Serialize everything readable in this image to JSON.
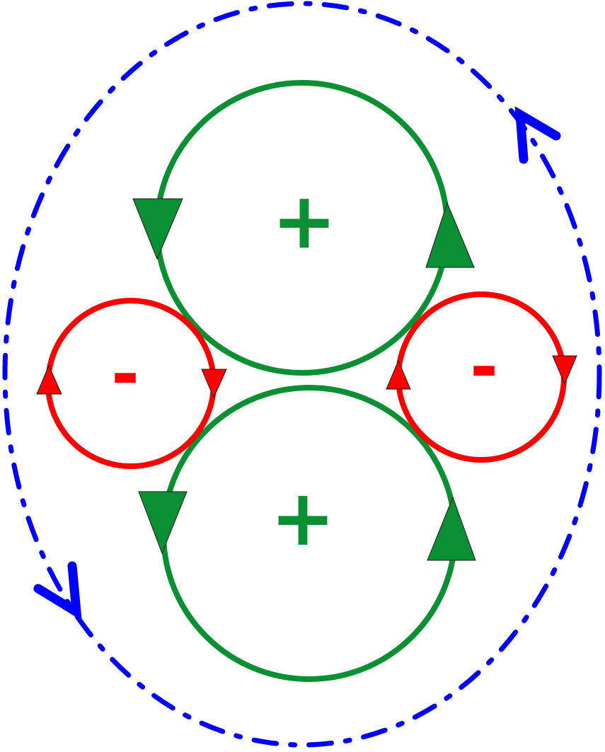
{
  "colors": {
    "background": "#ffffff",
    "positive_loop": "#0a8f32",
    "negative_loop": "#ff0000",
    "outer_loop": "#0000ff"
  },
  "outer_loop": {
    "style": "dash-dot",
    "direction": "counterclockwise",
    "arrowheads": [
      "open-arrow-upper-right",
      "open-arrow-lower-left"
    ]
  },
  "loops": [
    {
      "id": "top",
      "sign": "+",
      "direction": "counterclockwise"
    },
    {
      "id": "bottom",
      "sign": "+",
      "direction": "counterclockwise"
    },
    {
      "id": "left",
      "sign": "-",
      "direction": "clockwise"
    },
    {
      "id": "right",
      "sign": "-",
      "direction": "clockwise"
    }
  ]
}
